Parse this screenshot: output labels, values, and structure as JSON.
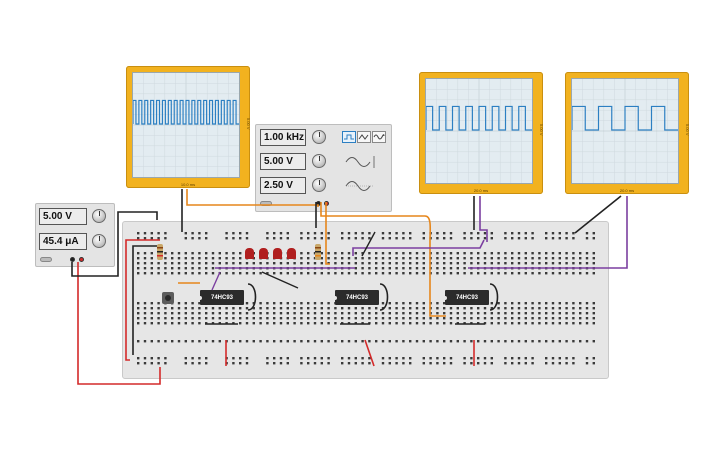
{
  "colors": {
    "scope_frame": "#f2b21f",
    "trace": "#2c7fc2",
    "wire_orange": "#e6861b",
    "wire_purple": "#7b3fa0",
    "wire_red": "#d42a2a",
    "wire_black": "#222222",
    "breadboard": "#e6e6e6",
    "led_red": "#b01f1f"
  },
  "scopes": [
    {
      "id": "scope-1",
      "time_div": "10.0 ms",
      "volt_div": "5.00 V"
    },
    {
      "id": "scope-2",
      "time_div": "20.0 ms",
      "volt_div": "5.00 V"
    },
    {
      "id": "scope-3",
      "time_div": "20.0 ms",
      "volt_div": "5.00 V"
    }
  ],
  "function_generator": {
    "frequency": "1.00 kHz",
    "amplitude": "5.00 V",
    "offset": "2.50 V",
    "waveforms": [
      "square-wave-icon",
      "triangle-wave-icon",
      "sine-wave-icon"
    ],
    "selected_waveform": "square-wave-icon"
  },
  "power_supply": {
    "voltage": "5.00 V",
    "current": "45.4 μA"
  },
  "chips": [
    {
      "id": "chip-1",
      "label": "74HC93"
    },
    {
      "id": "chip-2",
      "label": "74HC93"
    },
    {
      "id": "chip-3",
      "label": "74HC93"
    }
  ],
  "leds": {
    "count": 4,
    "color": "red"
  }
}
